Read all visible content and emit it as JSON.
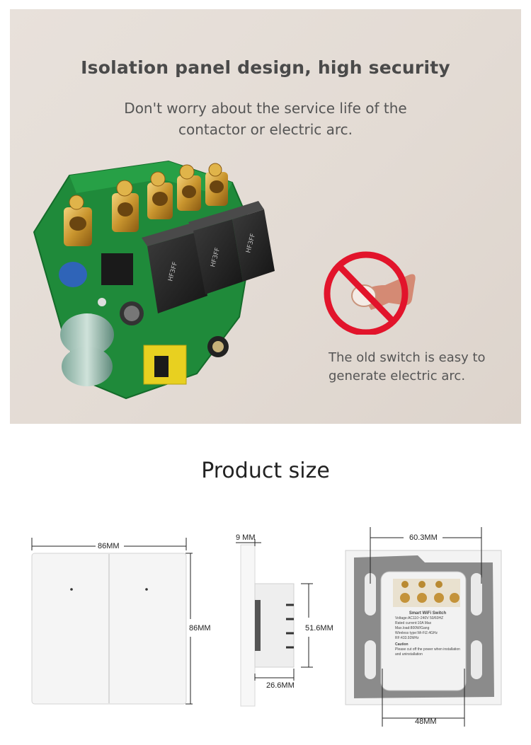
{
  "hero": {
    "title": "Isolation panel design, high security",
    "subtitle": "Don't worry about the service life of the contactor or electric arc.",
    "caption": "The old switch is easy to generate electric arc."
  },
  "product_size": {
    "title": "Product size",
    "front": {
      "width": "86MM",
      "height": "86MM"
    },
    "side": {
      "panel_thickness": "9 MM",
      "body_height": "51.6MM",
      "body_depth": "26.6MM"
    },
    "back": {
      "hole_spacing": "60.3MM",
      "base_width": "48MM",
      "label": {
        "title": "Smart WiFi Switch",
        "lines": [
          "Voltage:AC110~240V  50/60HZ",
          "Rated current:10A Max",
          "Max.load:800W/Gang",
          "Wireless type:Wi-Fi2.4GHz",
          "RF:433.92MHz"
        ],
        "caution": "Caution",
        "caution_text": "Please cut off the power when installation and uninstallation"
      }
    }
  }
}
